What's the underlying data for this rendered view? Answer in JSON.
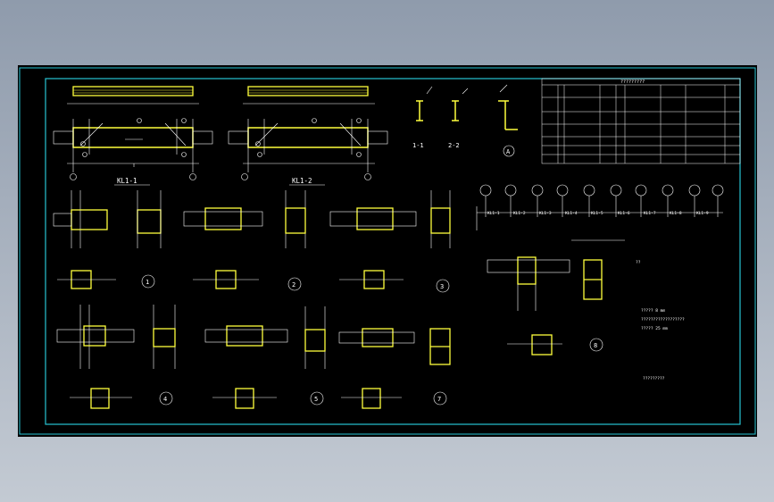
{
  "drawing": {
    "beam_titles": [
      "KL1-1",
      "KL1-2"
    ],
    "section_labels": [
      "1-1",
      "2-2"
    ],
    "detail_circle_a": "A",
    "node_numbers": [
      "1",
      "2",
      "3",
      "4",
      "5",
      "7",
      "8"
    ],
    "beam_bays": [
      "KL1-1",
      "KL1-2",
      "KL1-3",
      "KL1-4",
      "KL1-5",
      "KL1-6",
      "KL1-7",
      "KL1-8",
      "KL1-9"
    ],
    "schedule_title_mark": "?????????",
    "notes_heading": "??",
    "notes_lines": [
      "????? 8 mm",
      "??????????????????",
      "????? 25 mm"
    ],
    "footer_note": "?????????"
  },
  "colors": {
    "frame_cyan": "#27c3d3",
    "beam_yellow": "#ffff3c",
    "line_white": "#ffffff",
    "background": "#000000"
  }
}
